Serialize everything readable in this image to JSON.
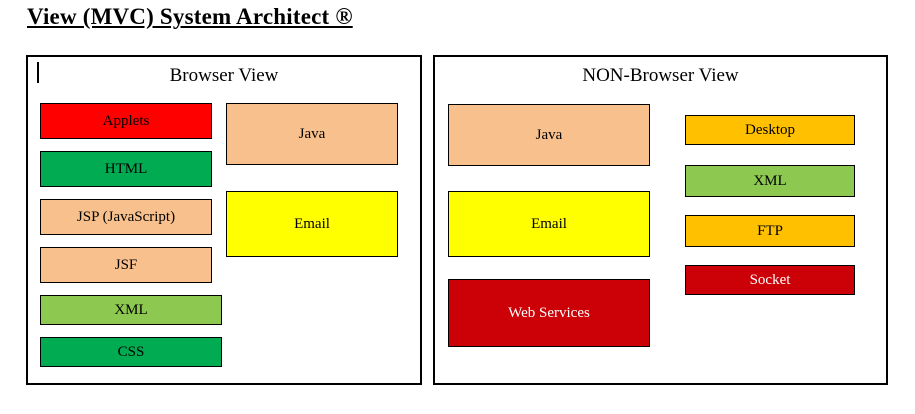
{
  "page": {
    "title": "View (MVC) System Architect ®",
    "background": "#ffffff"
  },
  "colors": {
    "red_bright": "#ff0000",
    "red_dark": "#cc0007",
    "green_dark": "#00ab51",
    "green_light": "#8dc951",
    "peach": "#f8c08c",
    "yellow": "#ffff00",
    "orange": "#ffc000",
    "border": "#000000",
    "text_dark": "#000000",
    "text_light": "#ffffff"
  },
  "panels": [
    {
      "id": "browser",
      "title": "Browser View",
      "has_text_caret": true,
      "columns": [
        {
          "id": "browser-left",
          "nodes": [
            {
              "label": "Applets",
              "fill": "#ff0000",
              "text": "#000000"
            },
            {
              "label": "HTML",
              "fill": "#00ab51",
              "text": "#000000"
            },
            {
              "label": "JSP (JavaScript)",
              "fill": "#f8c08c",
              "text": "#000000"
            },
            {
              "label": "JSF",
              "fill": "#f8c08c",
              "text": "#000000"
            },
            {
              "label": "XML",
              "fill": "#8dc951",
              "text": "#000000"
            },
            {
              "label": "CSS",
              "fill": "#00ab51",
              "text": "#000000"
            }
          ]
        },
        {
          "id": "browser-right",
          "nodes": [
            {
              "label": "Java",
              "fill": "#f8c08c",
              "text": "#000000"
            },
            {
              "label": "Email",
              "fill": "#ffff00",
              "text": "#000000"
            }
          ]
        }
      ]
    },
    {
      "id": "nonbrowser",
      "title": "NON-Browser View",
      "has_text_caret": false,
      "columns": [
        {
          "id": "nonbrowser-left",
          "nodes": [
            {
              "label": "Java",
              "fill": "#f8c08c",
              "text": "#000000"
            },
            {
              "label": "Email",
              "fill": "#ffff00",
              "text": "#000000"
            },
            {
              "label": "Web Services",
              "fill": "#cc0007",
              "text": "#ffffff"
            }
          ]
        },
        {
          "id": "nonbrowser-right",
          "nodes": [
            {
              "label": "Desktop",
              "fill": "#ffc000",
              "text": "#000000"
            },
            {
              "label": "XML",
              "fill": "#8dc951",
              "text": "#000000"
            },
            {
              "label": "FTP",
              "fill": "#ffc000",
              "text": "#000000"
            },
            {
              "label": "Socket",
              "fill": "#cc0007",
              "text": "#ffffff"
            }
          ]
        }
      ]
    }
  ]
}
